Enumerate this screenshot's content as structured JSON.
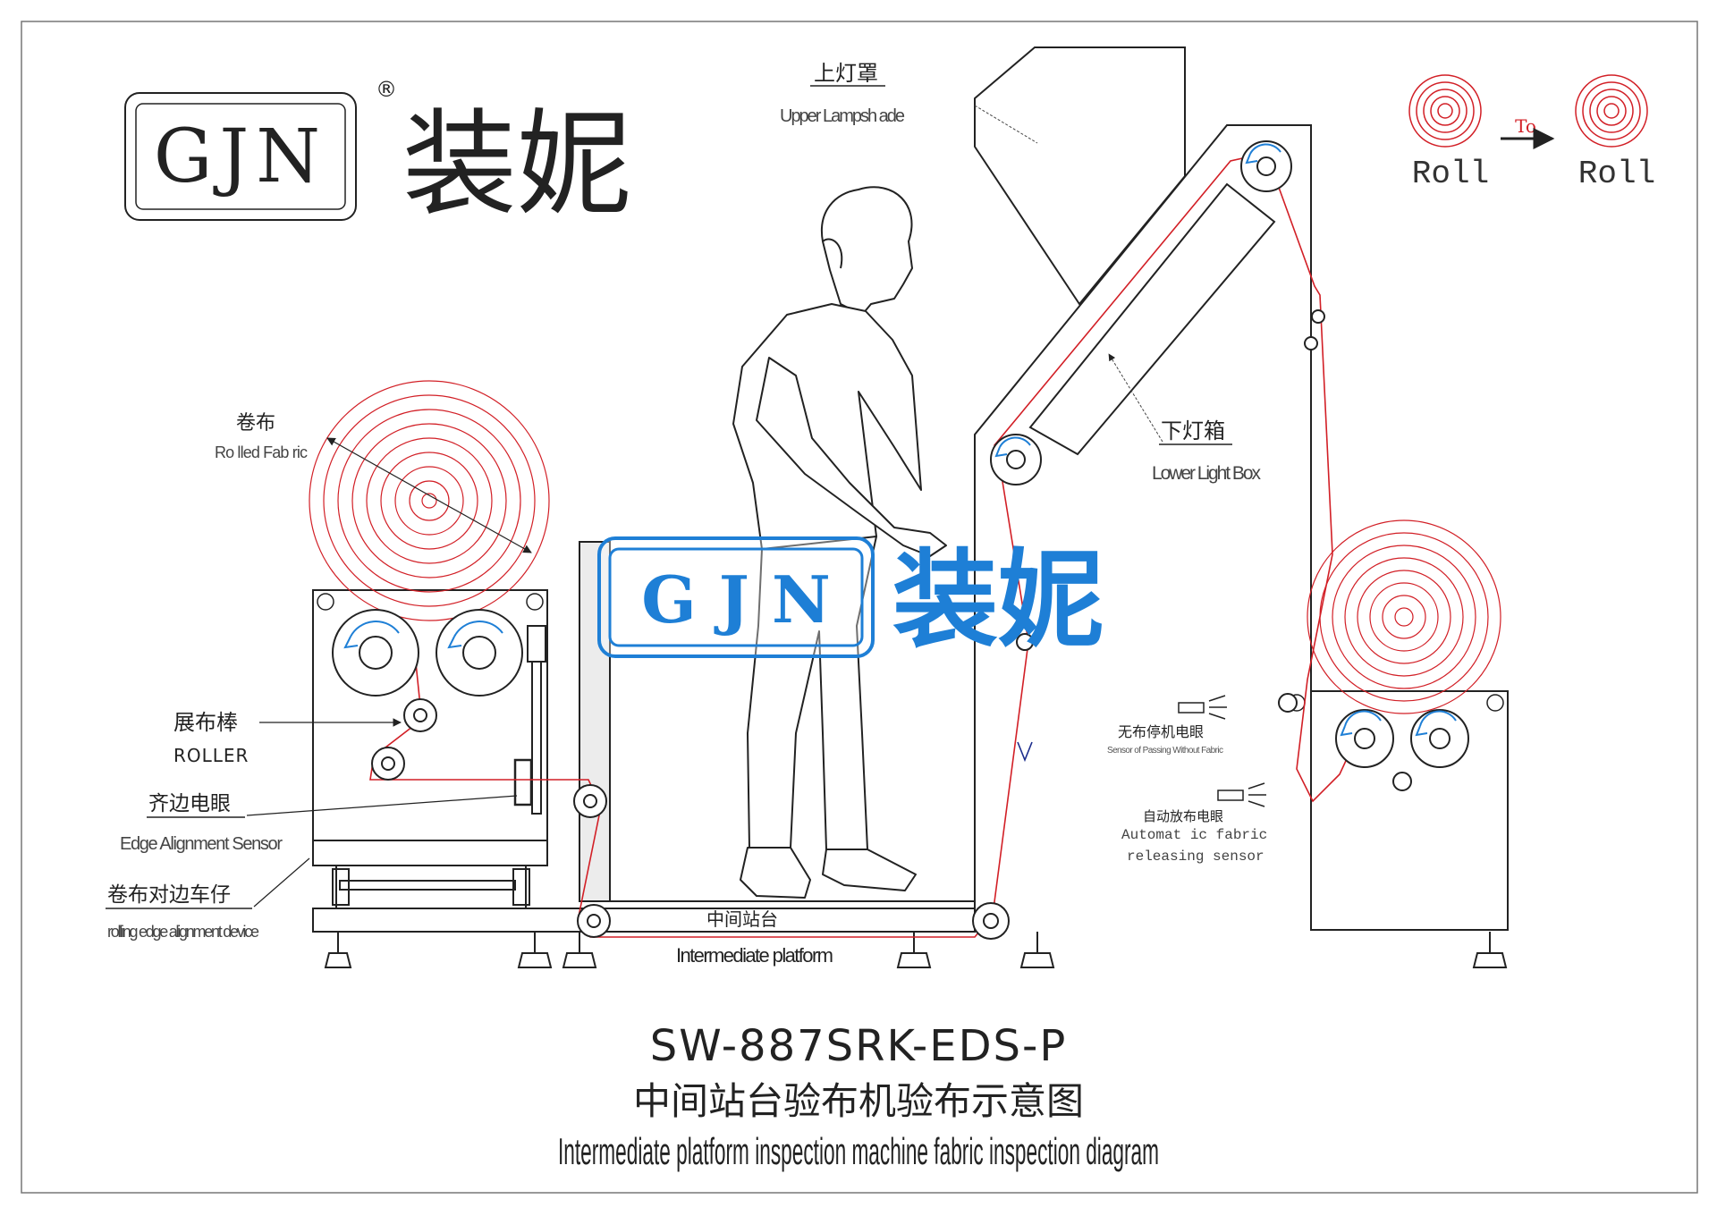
{
  "logo": {
    "brand_latin": "GJN",
    "registered_mark": "®",
    "brand_chinese": "装妮"
  },
  "watermark": {
    "latin": "G J N",
    "chinese": "装妮"
  },
  "legend": {
    "from": "Roll",
    "arrow_label": "To",
    "to": "Roll"
  },
  "labels": {
    "upper_lamp_cn": "上灯罩",
    "upper_lamp_en": "Upper Lampsh ade",
    "rolled_fabric_cn": "卷布",
    "rolled_fabric_en": "Ro lled Fab ric",
    "lower_light_box_cn": "下灯箱",
    "lower_light_box_en": "Lower Light Box",
    "roller_cn": "展布棒",
    "roller_en": "ROLLER",
    "edge_sensor_cn": "齐边电眼",
    "edge_sensor_en": "Edge Alignment Sensor",
    "rolling_device_cn": "卷布对边车仔",
    "rolling_device_en": "rolling edge alignment device",
    "no_fabric_sensor_cn": "无布停机电眼",
    "no_fabric_sensor_en": "Sensor of Passing Without Fabric",
    "auto_release_cn": "自动放布电眼",
    "auto_release_en_1": "Automat ic fabric",
    "auto_release_en_2": "releasing sensor",
    "platform_cn": "中间站台",
    "platform_en": "Intermediate platform"
  },
  "footer": {
    "model": "SW-887SRK-EDS-P",
    "title_cn": "中间站台验布机验布示意图",
    "title_en": "Intermediate platform inspection machine fabric inspection diagram"
  },
  "colors": {
    "line": "#222222",
    "fabric": "#d21f26",
    "watermark": "#1e7fd6",
    "arrow": "#1e7fd6"
  }
}
